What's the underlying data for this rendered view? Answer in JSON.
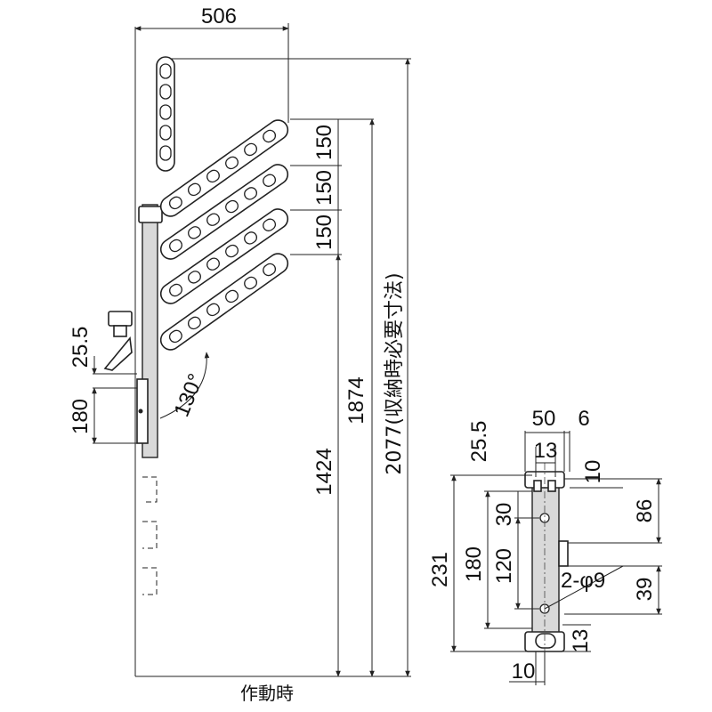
{
  "caption": "作動時",
  "side_view": {
    "width_top": "506",
    "pitch_1": "150",
    "pitch_2": "150",
    "pitch_3": "150",
    "bracket_offset": "25.5",
    "bracket_height": "180",
    "angle": "130°",
    "height_low": "1424",
    "height_mid": "1874",
    "height_total": "2077(収納時必要寸法)"
  },
  "front_view": {
    "width": "50",
    "edge": "6",
    "inner_width": "13",
    "offset_top": "25.5",
    "top_margin": "10",
    "upper_height": "86",
    "hole_pitch_upper": "30",
    "overall_height": "231",
    "mount_height": "180",
    "hole_pitch": "120",
    "holes": "2-φ9",
    "lower_height": "39",
    "bottom_inner": "13",
    "bottom_margin": "10"
  }
}
